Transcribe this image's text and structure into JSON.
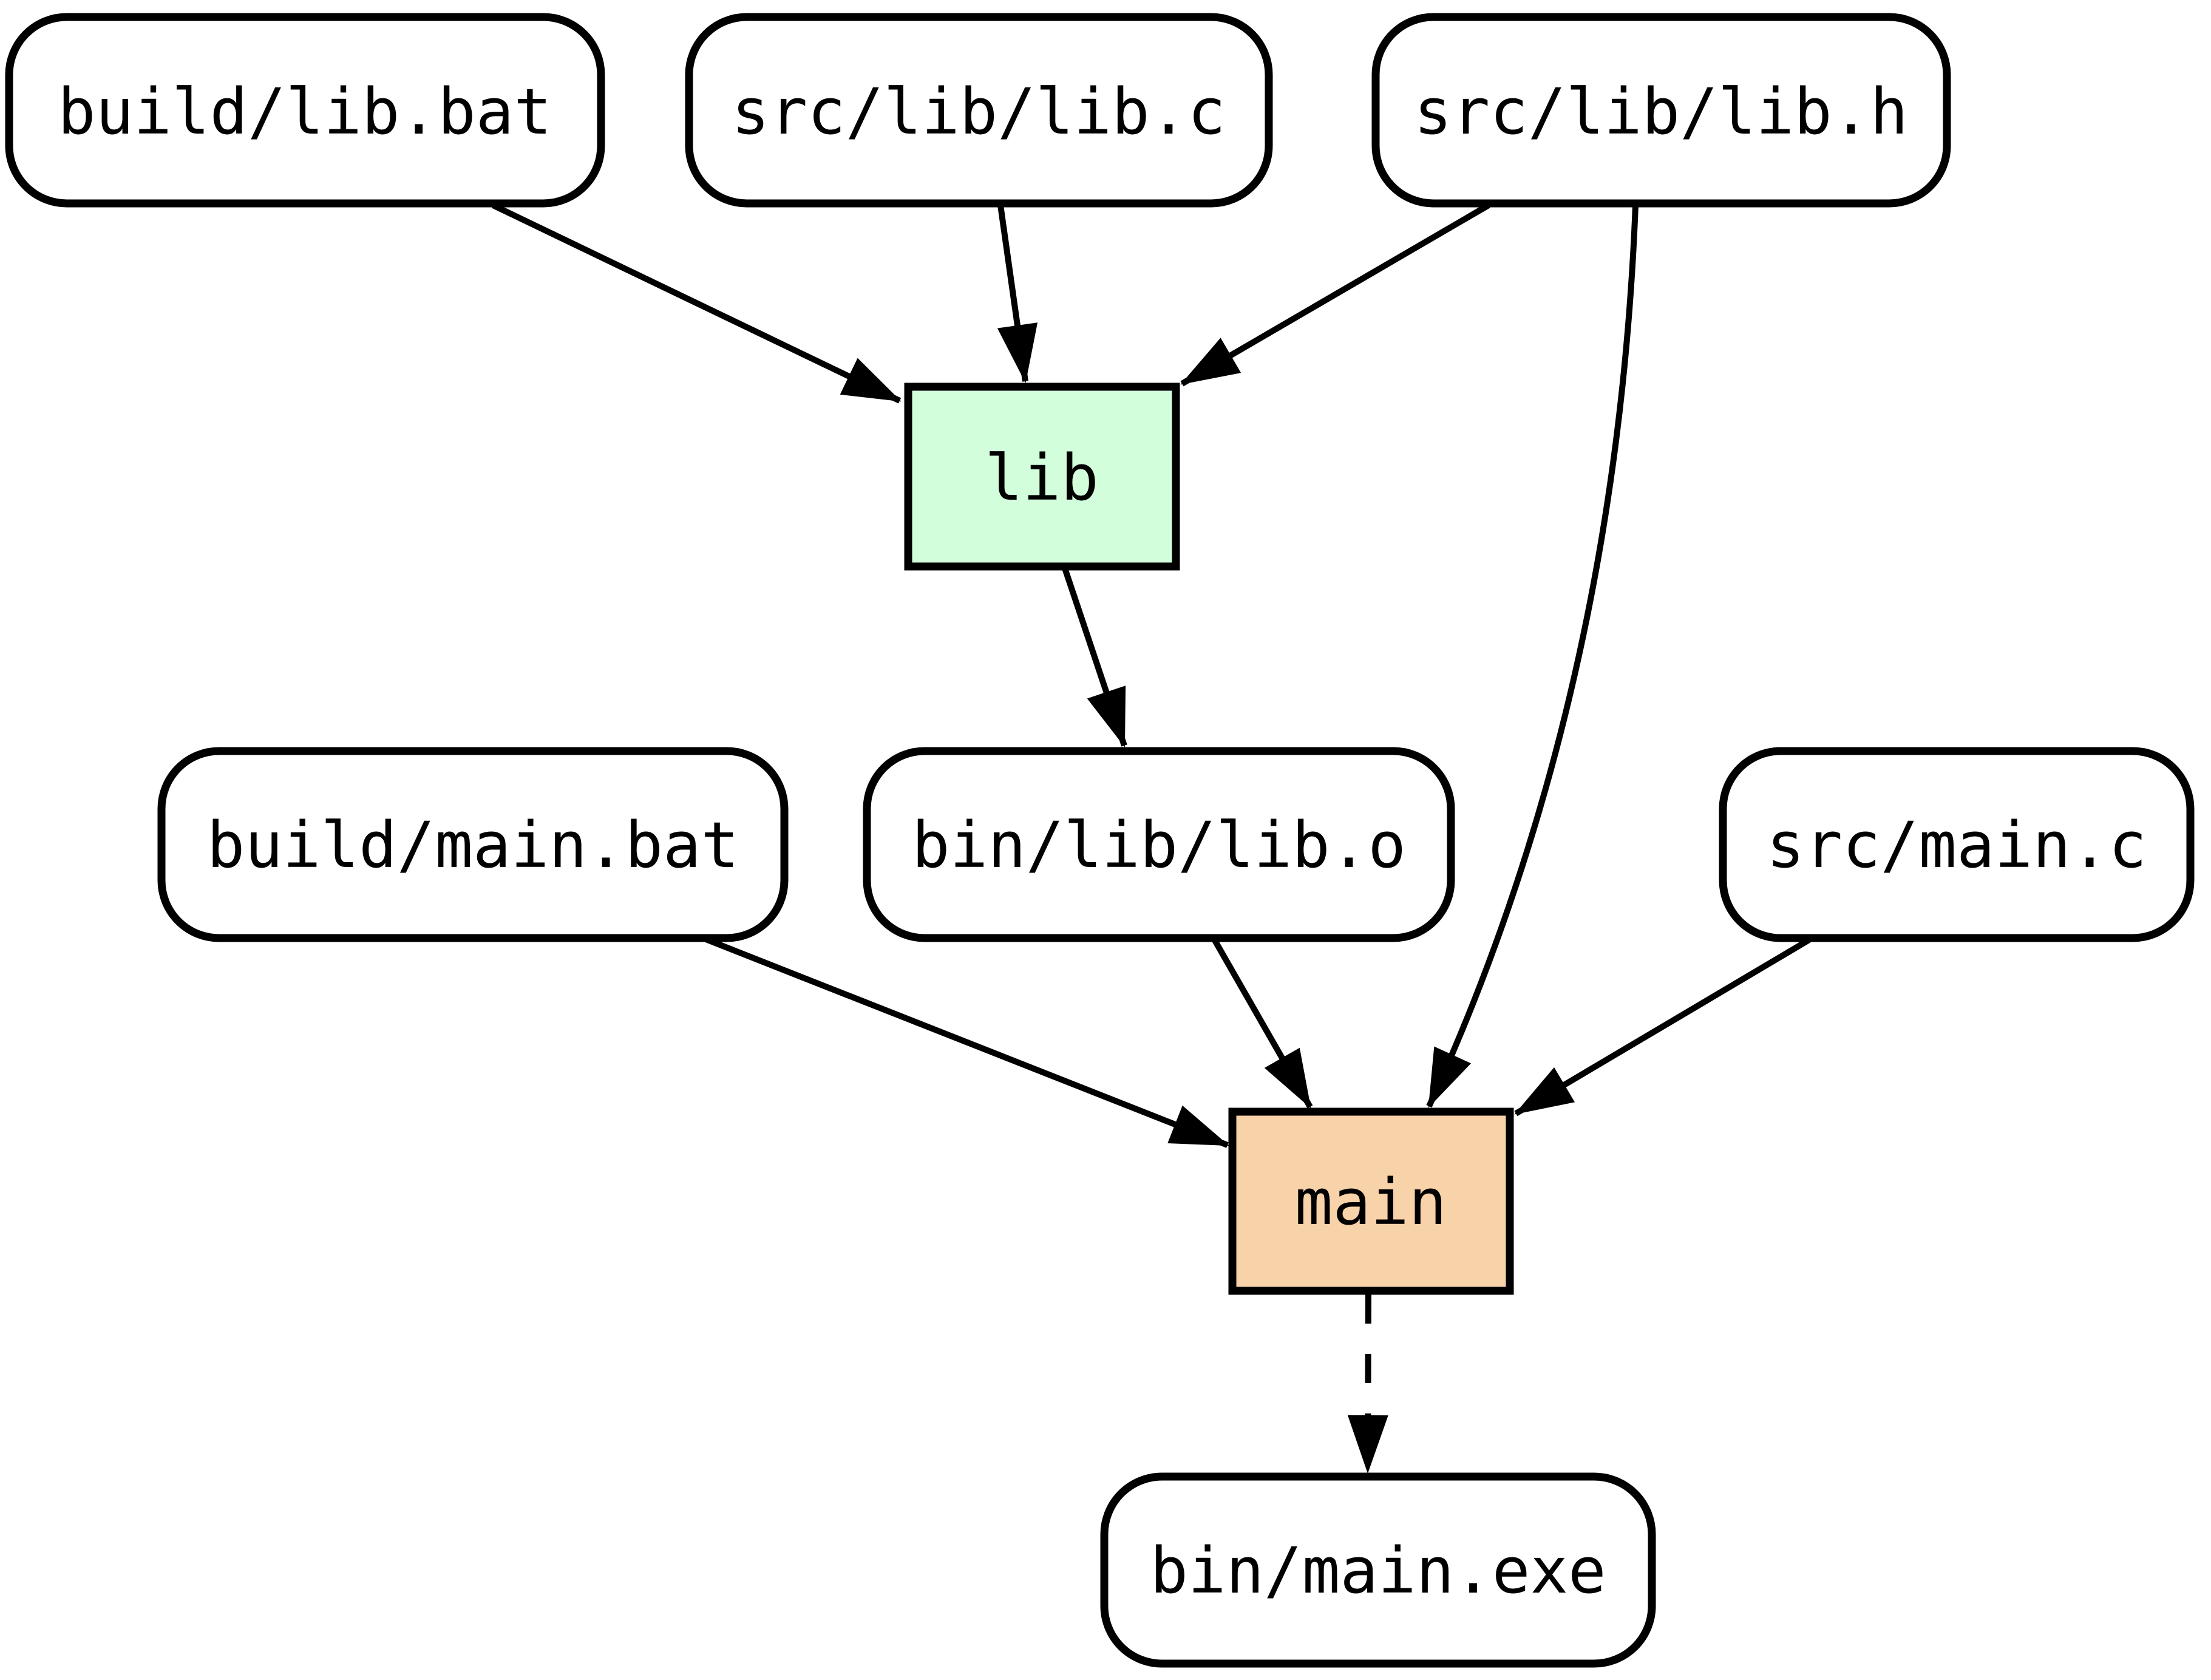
{
  "diagram": {
    "type": "build-dependency-graph",
    "background": "#ffffff",
    "edge_color": "#000000",
    "node_border_color": "#000000",
    "text_color": "#000000",
    "nodes": [
      {
        "id": "build/lib.bat",
        "label": "build/lib.bat",
        "shape": "rounded",
        "fill": "#ffffff"
      },
      {
        "id": "src/lib/lib.c",
        "label": "src/lib/lib.c",
        "shape": "rounded",
        "fill": "#ffffff"
      },
      {
        "id": "src/lib/lib.h",
        "label": "src/lib/lib.h",
        "shape": "rounded",
        "fill": "#ffffff"
      },
      {
        "id": "lib",
        "label": "lib",
        "shape": "box",
        "fill": "#d2fedc"
      },
      {
        "id": "build/main.bat",
        "label": "build/main.bat",
        "shape": "rounded",
        "fill": "#ffffff"
      },
      {
        "id": "bin/lib/lib.o",
        "label": "bin/lib/lib.o",
        "shape": "rounded",
        "fill": "#ffffff"
      },
      {
        "id": "src/main.c",
        "label": "src/main.c",
        "shape": "rounded",
        "fill": "#ffffff"
      },
      {
        "id": "main",
        "label": "main",
        "shape": "box",
        "fill": "#f8d2a8"
      },
      {
        "id": "bin/main.exe",
        "label": "bin/main.exe",
        "shape": "rounded",
        "fill": "#ffffff"
      }
    ],
    "edges": [
      {
        "from": "build/lib.bat",
        "to": "lib",
        "style": "solid"
      },
      {
        "from": "src/lib/lib.c",
        "to": "lib",
        "style": "solid"
      },
      {
        "from": "src/lib/lib.h",
        "to": "lib",
        "style": "solid"
      },
      {
        "from": "src/lib/lib.h",
        "to": "main",
        "style": "solid"
      },
      {
        "from": "lib",
        "to": "bin/lib/lib.o",
        "style": "solid"
      },
      {
        "from": "build/main.bat",
        "to": "main",
        "style": "solid"
      },
      {
        "from": "bin/lib/lib.o",
        "to": "main",
        "style": "solid"
      },
      {
        "from": "src/main.c",
        "to": "main",
        "style": "solid"
      },
      {
        "from": "main",
        "to": "bin/main.exe",
        "style": "dashed"
      }
    ]
  }
}
